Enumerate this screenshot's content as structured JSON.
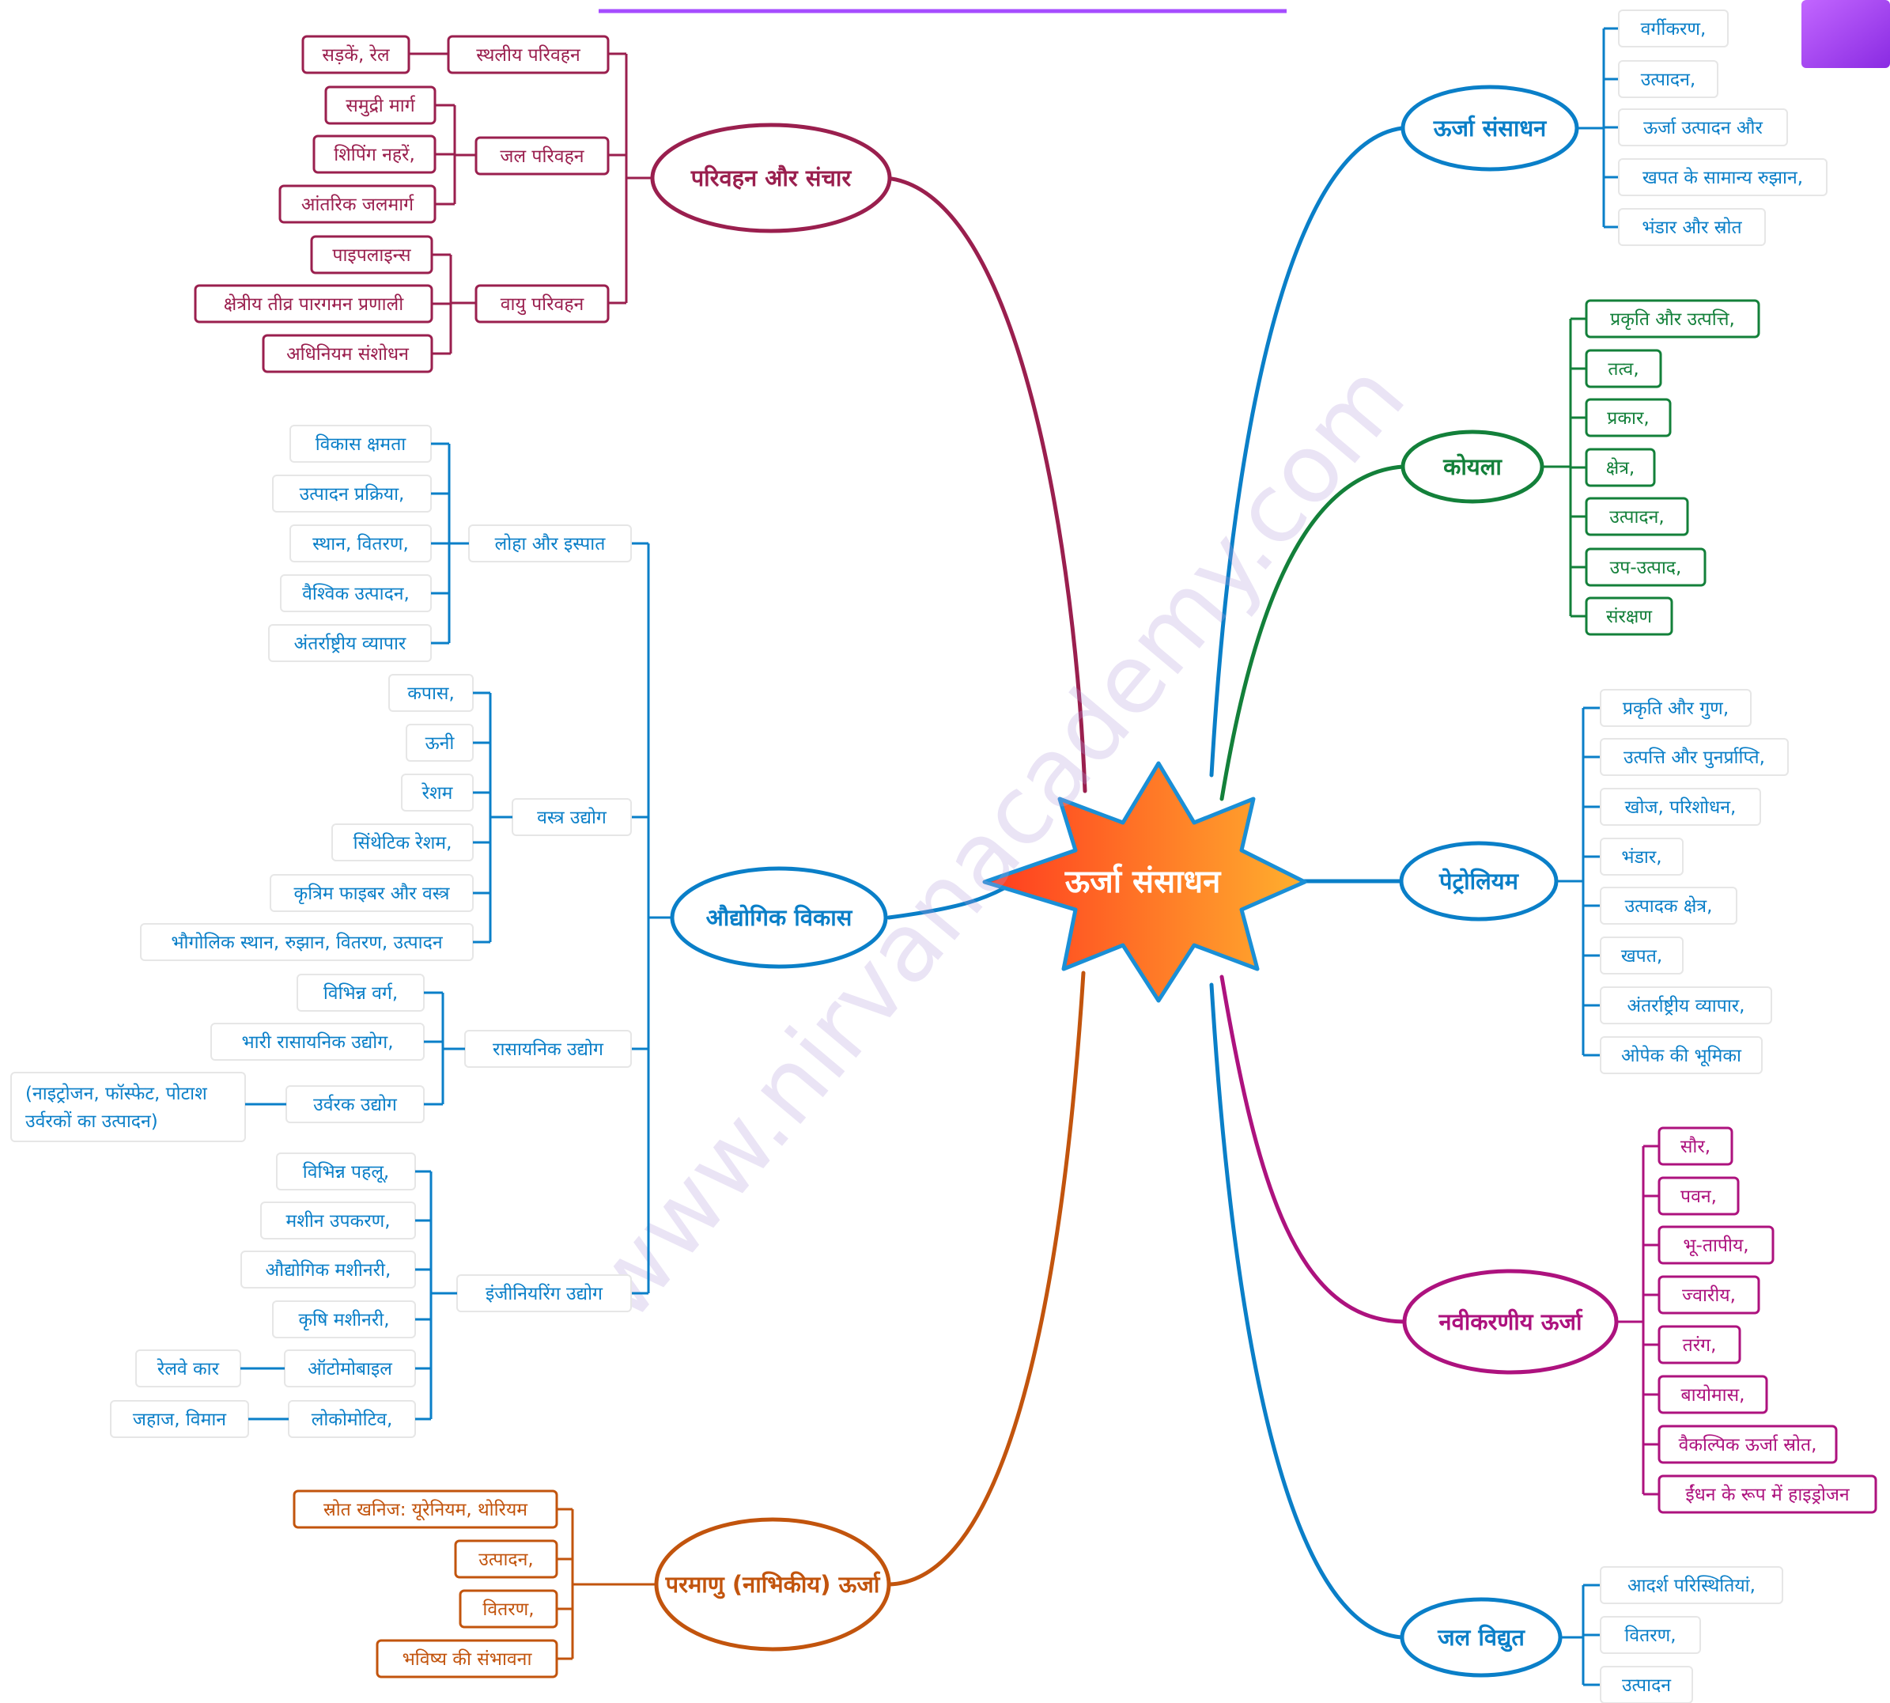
{
  "center": {
    "label": "ऊर्जा संसाधन"
  },
  "watermark": "www.nirvanacademy.com",
  "colors": {
    "transport": "#9a1f4e",
    "industry": "#0a7fc8",
    "nuclear": "#c2540d",
    "energy": "#0a7fc8",
    "coal": "#13803a",
    "petroleum": "#0a7fc8",
    "renewable": "#ad127e",
    "hydro": "#0a7fc8",
    "center_from": "#ff3b1f",
    "center_to": "#ffb02e",
    "header_line": "#a64dff"
  },
  "topics": [
    {
      "id": "transport",
      "label": "परिवहन और संचार",
      "style": "bold",
      "color_key": "transport",
      "children": [
        {
          "label": "स्थलीय परिवहन",
          "children": [
            {
              "label": "सड़कें, रेल"
            }
          ]
        },
        {
          "label": "जल परिवहन",
          "children": [
            {
              "label": "समुद्री मार्ग"
            },
            {
              "label": "शिपिंग नहरें,"
            },
            {
              "label": "आंतरिक जलमार्ग"
            }
          ]
        },
        {
          "label": "वायु परिवहन",
          "children": [
            {
              "label": "पाइपलाइन्स"
            },
            {
              "label": "क्षेत्रीय तीव्र पारगमन प्रणाली"
            },
            {
              "label": "अधिनियम संशोधन"
            }
          ]
        }
      ]
    },
    {
      "id": "industry",
      "label": "औद्योगिक विकास",
      "style": "bold",
      "color_key": "industry",
      "children": [
        {
          "label": "लोहा और इस्पात",
          "children": [
            {
              "label": "विकास क्षमता"
            },
            {
              "label": "उत्पादन प्रक्रिया,"
            },
            {
              "label": "स्थान, वितरण,"
            },
            {
              "label": "वैश्विक उत्पादन,"
            },
            {
              "label": "अंतर्राष्ट्रीय व्यापार"
            }
          ]
        },
        {
          "label": "वस्त्र उद्योग",
          "children": [
            {
              "label": "कपास,"
            },
            {
              "label": "ऊनी"
            },
            {
              "label": "रेशम"
            },
            {
              "label": "सिंथेटिक रेशम,"
            },
            {
              "label": "कृत्रिम फाइबर और वस्त्र"
            },
            {
              "label": "भौगोलिक स्थान, रुझान, वितरण, उत्पादन"
            }
          ]
        },
        {
          "label": "रासायनिक उद्योग",
          "children": [
            {
              "label": "विभिन्न वर्ग,"
            },
            {
              "label": "भारी रासायनिक उद्योग,"
            },
            {
              "label": "उर्वरक उद्योग",
              "children": [
                {
                  "label": "(नाइट्रोजन, फॉस्फेट, पोटाश",
                  "label2": "उर्वरकों का उत्पादन)"
                }
              ]
            }
          ]
        },
        {
          "label": "इंजीनियरिंग उद्योग",
          "children": [
            {
              "label": "विभिन्न पहलू,"
            },
            {
              "label": "मशीन उपकरण,"
            },
            {
              "label": "औद्योगिक मशीनरी,"
            },
            {
              "label": "कृषि मशीनरी,"
            },
            {
              "label": "ऑटोमोबाइल",
              "children": [
                {
                  "label": "रेलवे कार"
                }
              ]
            },
            {
              "label": "लोकोमोटिव,",
              "children": [
                {
                  "label": "जहाज, विमान"
                }
              ]
            }
          ]
        }
      ]
    },
    {
      "id": "nuclear",
      "label": "परमाणु (नाभिकीय) ऊर्जा",
      "style": "bold",
      "color_key": "nuclear",
      "children": [
        {
          "label": "स्रोत खनिज: यूरेनियम, थोरियम"
        },
        {
          "label": "उत्पादन,"
        },
        {
          "label": "वितरण,"
        },
        {
          "label": "भविष्य की संभावना"
        }
      ]
    },
    {
      "id": "energy",
      "label": "ऊर्जा संसाधन",
      "style": "bold",
      "color_key": "energy",
      "children": [
        {
          "label": "वर्गीकरण,"
        },
        {
          "label": "उत्पादन,"
        },
        {
          "label": "ऊर्जा उत्पादन और"
        },
        {
          "label": "खपत के सामान्य रुझान,"
        },
        {
          "label": "भंडार और स्रोत"
        }
      ]
    },
    {
      "id": "coal",
      "label": "कोयला",
      "style": "bold",
      "color_key": "coal",
      "children": [
        {
          "label": "प्रकृति और उत्पत्ति,"
        },
        {
          "label": "तत्व,"
        },
        {
          "label": "प्रकार,"
        },
        {
          "label": "क्षेत्र,"
        },
        {
          "label": "उत्पादन,"
        },
        {
          "label": "उप-उत्पाद,"
        },
        {
          "label": "संरक्षण"
        }
      ]
    },
    {
      "id": "petroleum",
      "label": "पेट्रोलियम",
      "style": "bold",
      "color_key": "petroleum",
      "children": [
        {
          "label": "प्रकृति और गुण,"
        },
        {
          "label": "उत्पत्ति और पुनर्प्राप्ति,"
        },
        {
          "label": "खोज, परिशोधन,"
        },
        {
          "label": "भंडार,"
        },
        {
          "label": "उत्पादक क्षेत्र,"
        },
        {
          "label": "खपत,"
        },
        {
          "label": "अंतर्राष्ट्रीय व्यापार,"
        },
        {
          "label": "ओपेक की भूमिका"
        }
      ]
    },
    {
      "id": "renewable",
      "label": "नवीकरणीय ऊर्जा",
      "style": "bold",
      "color_key": "renewable",
      "children": [
        {
          "label": "सौर,"
        },
        {
          "label": "पवन,"
        },
        {
          "label": "भू-तापीय,"
        },
        {
          "label": "ज्वारीय,"
        },
        {
          "label": "तरंग,"
        },
        {
          "label": "बायोमास,"
        },
        {
          "label": "वैकल्पिक ऊर्जा स्रोत,"
        },
        {
          "label": "ईंधन के रूप में हाइड्रोजन"
        }
      ]
    },
    {
      "id": "hydro",
      "label": "जल विद्युत",
      "style": "bold",
      "color_key": "hydro",
      "children": [
        {
          "label": "आदर्श परिस्थितियां,"
        },
        {
          "label": "वितरण,"
        },
        {
          "label": "उत्पादन"
        }
      ]
    }
  ]
}
